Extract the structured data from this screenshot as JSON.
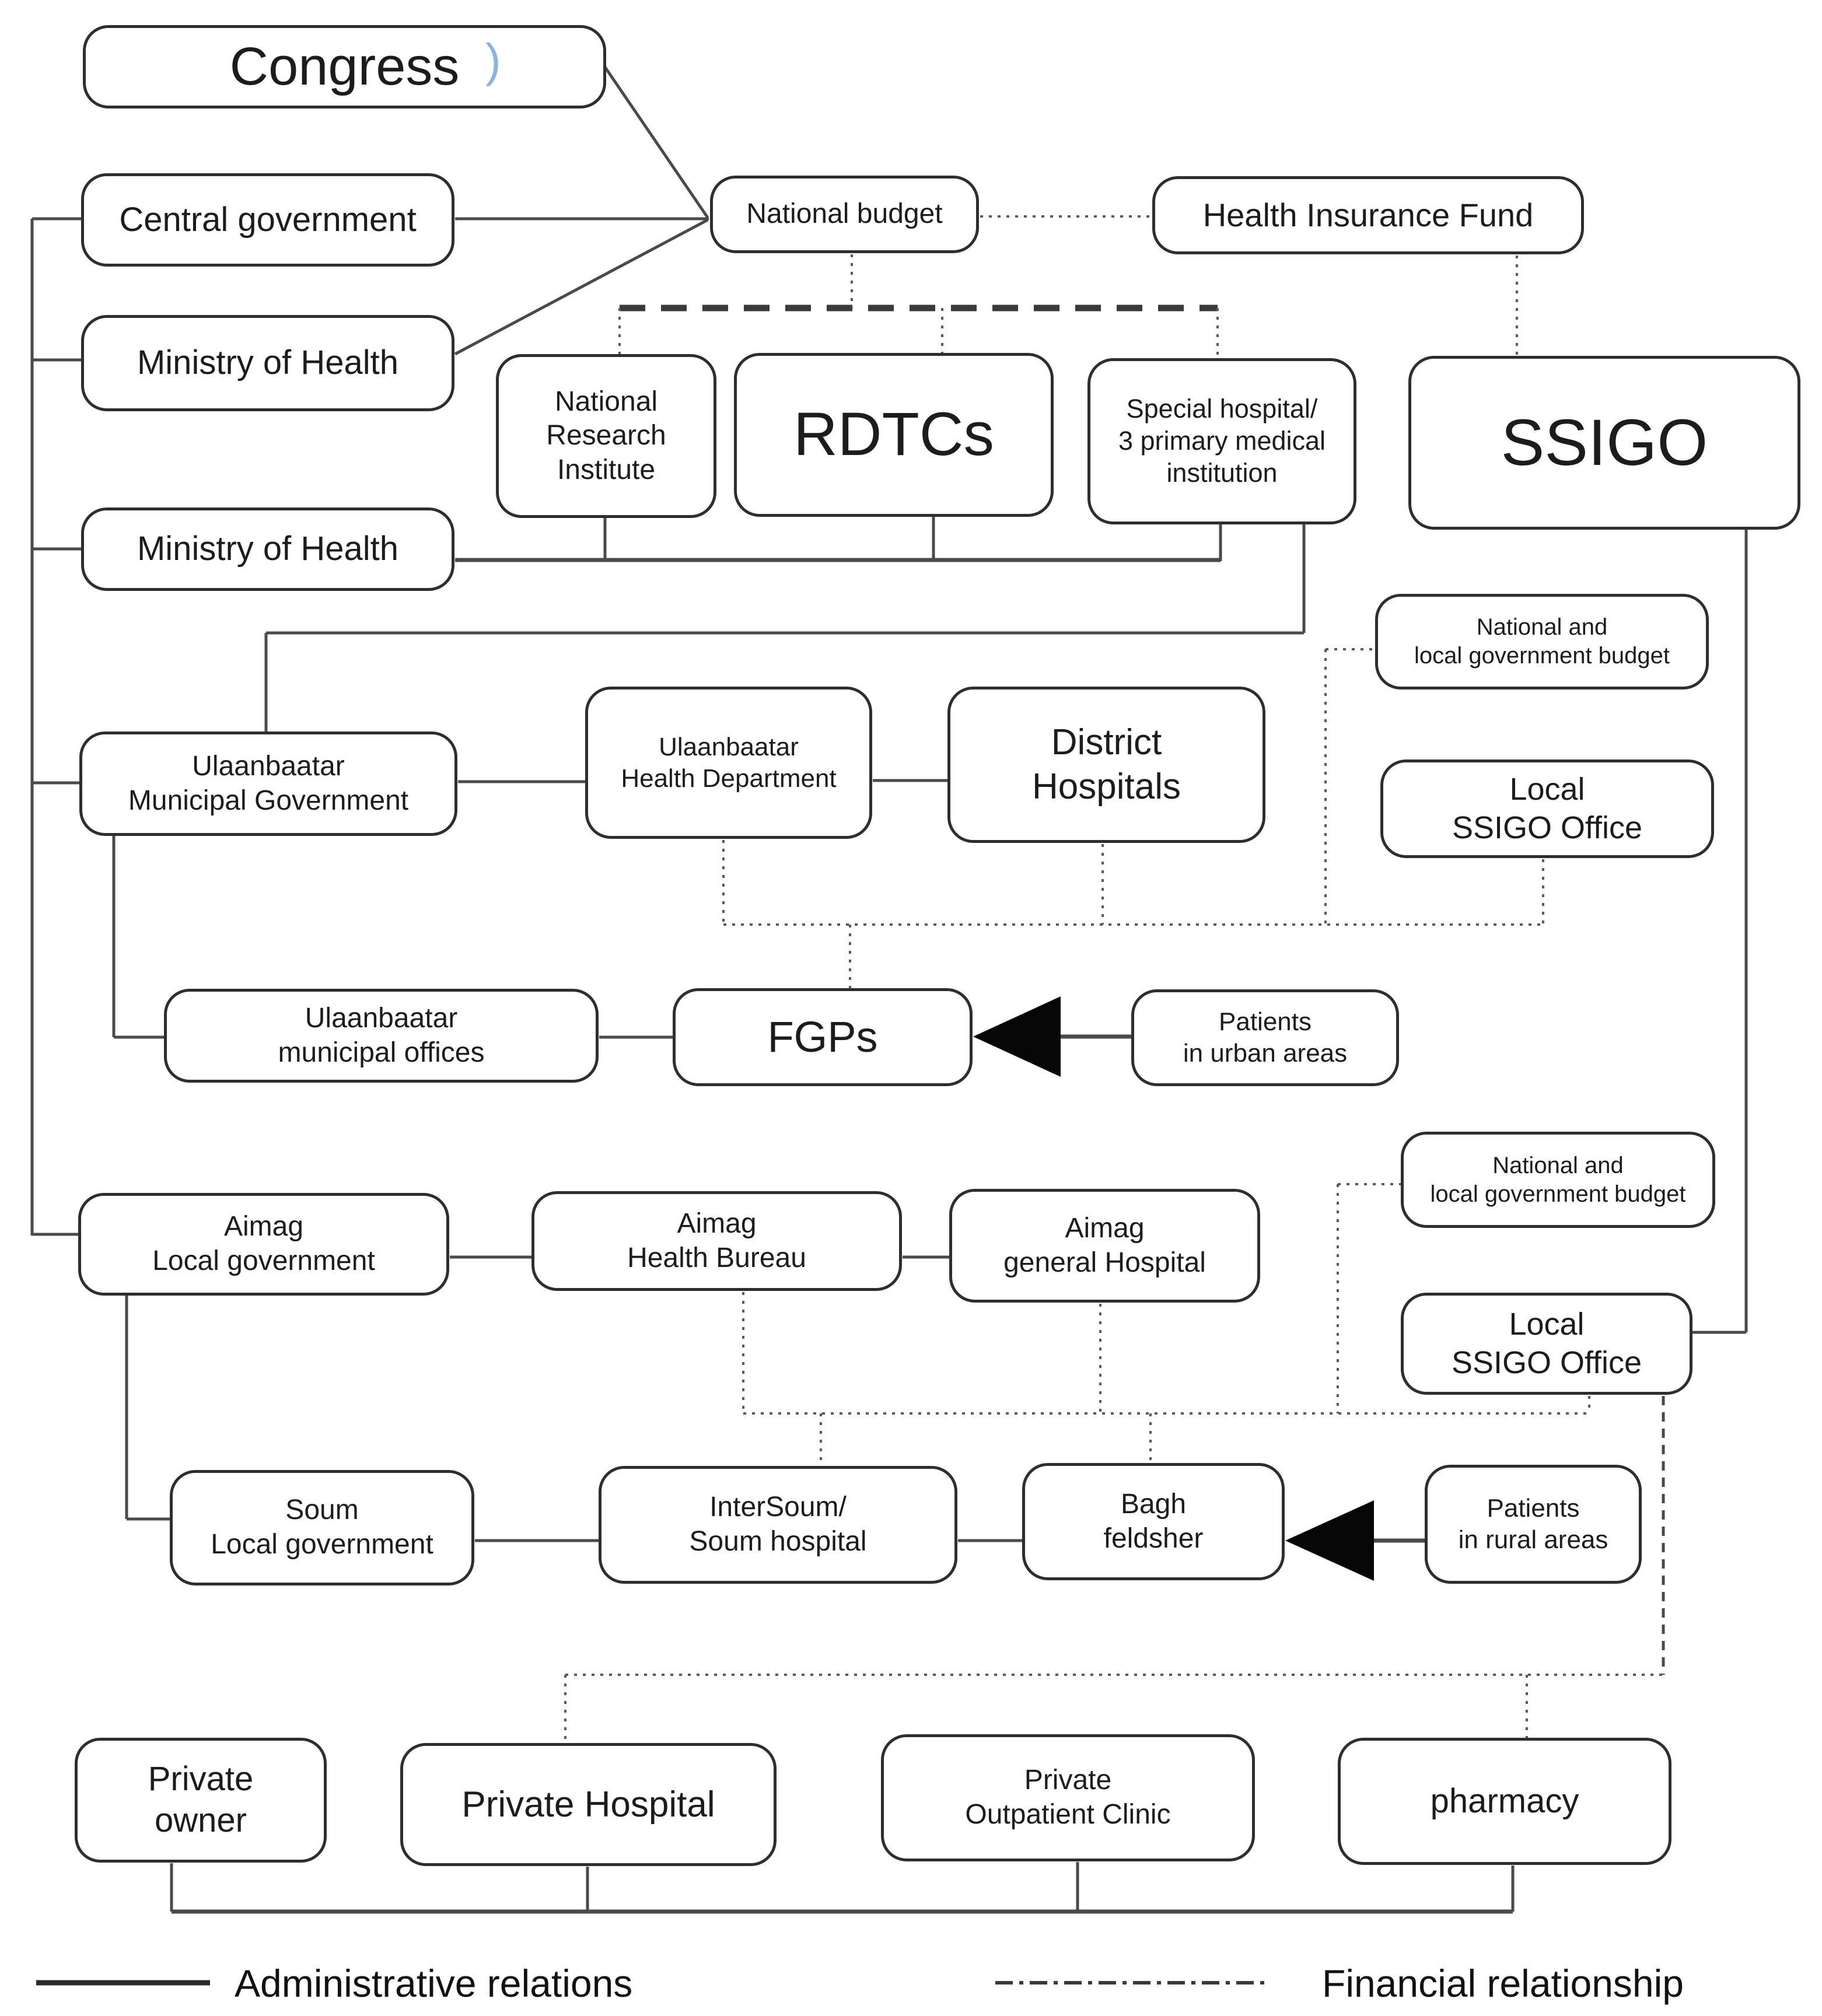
{
  "colors": {
    "line": "#4a4a4a",
    "box_border": "#2e2e2e",
    "text": "#1c1c1c",
    "accent_blue": "#8ab4dd",
    "arrow_fill": "#070707",
    "background": "#ffffff"
  },
  "nodes": {
    "congress": {
      "label": "Congress"
    },
    "central_government": {
      "label": "Central government"
    },
    "national_budget": {
      "label": "National budget"
    },
    "health_insurance_fund": {
      "label": "Health Insurance Fund"
    },
    "ministry_of_health_1": {
      "label": "Ministry of Health"
    },
    "national_research_institute": {
      "label": "National\nResearch\nInstitute"
    },
    "rdtcs": {
      "label": "RDTCs"
    },
    "special_hospital": {
      "label": "Special hospital/\n3 primary medical\ninstitution"
    },
    "ssigo": {
      "label": "SSIGO"
    },
    "ministry_of_health_2": {
      "label": "Ministry of Health"
    },
    "ub_municipal_government": {
      "label": "Ulaanbaatar\nMunicipal Government"
    },
    "ub_health_department": {
      "label": "Ulaanbaatar\nHealth Department"
    },
    "district_hospitals": {
      "label": "District\nHospitals"
    },
    "national_local_budget_1": {
      "label": "National and\nlocal government budget"
    },
    "local_ssigo_1": {
      "label": "Local\nSSIGO Office"
    },
    "ub_municipal_offices": {
      "label": "Ulaanbaatar\nmunicipal offices"
    },
    "fgps": {
      "label": "FGPs"
    },
    "patients_urban": {
      "label": "Patients\nin urban areas"
    },
    "aimag_local_government": {
      "label": "Aimag\nLocal government"
    },
    "aimag_health_bureau": {
      "label": "Aimag\nHealth Bureau"
    },
    "aimag_general_hospital": {
      "label": "Aimag\ngeneral Hospital"
    },
    "national_local_budget_2": {
      "label": "National and\nlocal government budget"
    },
    "local_ssigo_2": {
      "label": "Local\nSSIGO Office"
    },
    "soum_local_government": {
      "label": "Soum\nLocal government"
    },
    "intersoum_hospital": {
      "label": "InterSoum/\nSoum hospital"
    },
    "bagh_feldsher": {
      "label": "Bagh\nfeldsher"
    },
    "patients_rural": {
      "label": "Patients\nin rural areas"
    },
    "private_owner": {
      "label": "Private\nowner"
    },
    "private_hospital": {
      "label": "Private Hospital"
    },
    "private_outpatient_clinic": {
      "label": "Private\nOutpatient Clinic"
    },
    "pharmacy": {
      "label": "pharmacy"
    }
  },
  "legend": {
    "administrative": "Administrative relations",
    "financial": "Financial relationship"
  },
  "decor": {
    "congress_mark": ")"
  }
}
